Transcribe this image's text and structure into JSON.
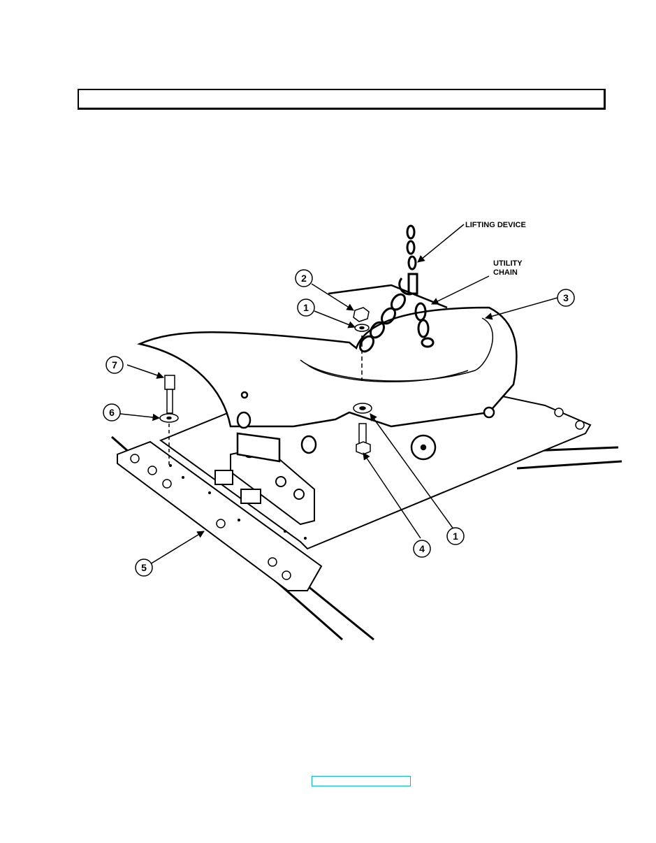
{
  "page": {
    "header_text": ""
  },
  "figure": {
    "labels": {
      "lifting_device": "LIFTING DEVICE",
      "utility_line1": "UTILITY",
      "utility_line2": "CHAIN"
    },
    "callouts": {
      "c1a": "1",
      "c1b": "1",
      "c2": "2",
      "c3": "3",
      "c4": "4",
      "c5": "5",
      "c6": "6",
      "c7": "7"
    }
  },
  "footer": {
    "link_text": ""
  }
}
